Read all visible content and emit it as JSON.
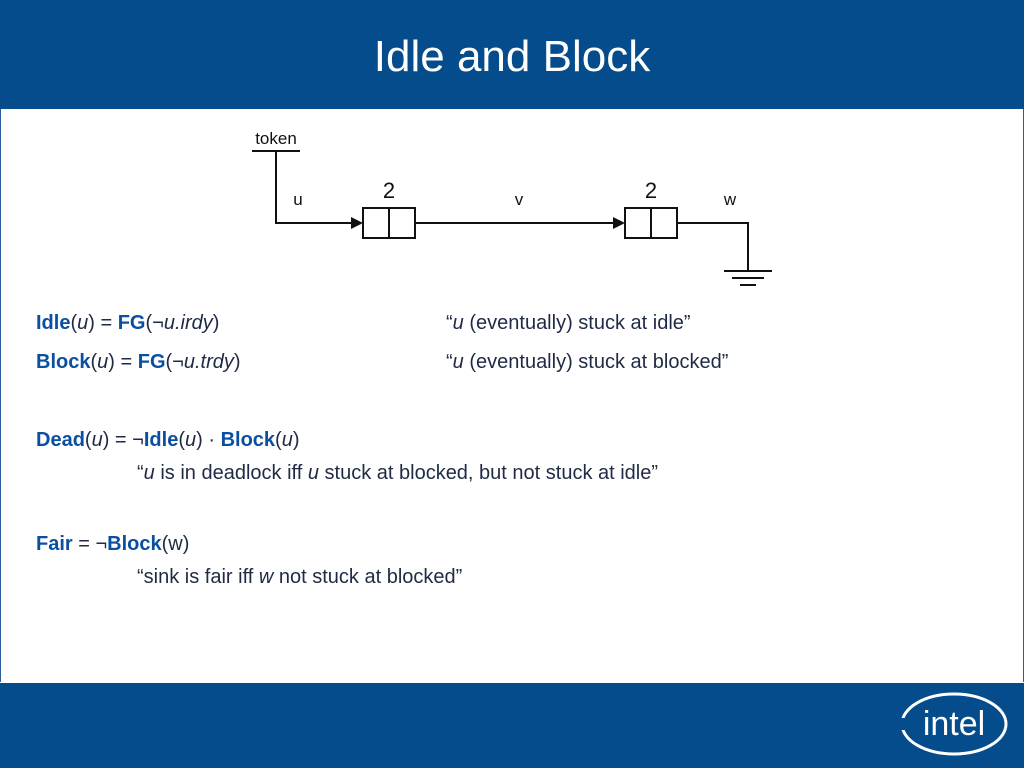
{
  "slide": {
    "title": "Idle and Block"
  },
  "diagram": {
    "token_label": "token",
    "channels": [
      "u",
      "v",
      "w"
    ],
    "queue_left_capacity": "2",
    "queue_right_capacity": "2"
  },
  "formulas": {
    "idle": {
      "name": "Idle",
      "arg": "u",
      "eq": " = ",
      "op": "FG",
      "inner_prefix": "(¬",
      "inner_var": "u.irdy",
      "close": ")",
      "desc_open": "“",
      "desc_var": "u",
      "desc_rest": " (eventually) stuck at idle”"
    },
    "block": {
      "name": "Block",
      "arg": "u",
      "eq": " = ",
      "op": "FG",
      "inner_prefix": "(¬",
      "inner_var": "u.trdy",
      "close": ")",
      "desc_open": "“",
      "desc_var": "u",
      "desc_rest": " (eventually) stuck at blocked”"
    },
    "dead": {
      "name": "Dead",
      "arg": "u",
      "eq": " = ¬",
      "idle_name": "Idle",
      "idle_arg": "u",
      "dot": " · ",
      "block_name": "Block",
      "block_arg": "u",
      "desc_open": "“",
      "desc_var1": "u",
      "desc_mid": " is in deadlock iff ",
      "desc_var2": "u",
      "desc_rest": " stuck at blocked, but not stuck at idle”"
    },
    "fair": {
      "name": "Fair",
      "eq": " = ¬",
      "block_name": "Block",
      "block_arg": "(w)",
      "desc_open": "“sink is fair iff ",
      "desc_var": "w",
      "desc_rest": " not stuck at blocked”"
    }
  },
  "brand": {
    "logo_text": "intel",
    "header_color": "#044c8c",
    "keyword_color": "#0b4fa3"
  }
}
